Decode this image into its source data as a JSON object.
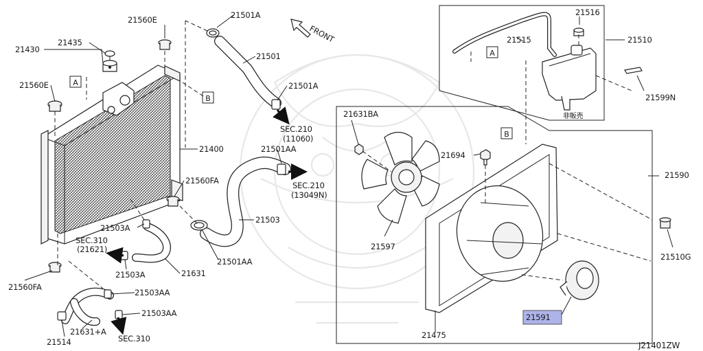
{
  "part_labels": {
    "p21501A_top": "21501A",
    "p21560E_top": "21560E",
    "p21435": "21435",
    "p21430": "21430",
    "p21501": "21501",
    "p21501A_mid": "21501A",
    "p21560E_left": "21560E",
    "p21400": "21400",
    "p21501AA_top": "21501AA",
    "p21560FA_mid": "21560FA",
    "p21503A_top": "21503A",
    "p21503": "21503",
    "p21501AA_bot": "21501AA",
    "p21503A_bot": "21503A",
    "p21631": "21631",
    "p21560FA_bot": "21560FA",
    "p21503AA_top": "21503AA",
    "p21503AA_bot": "21503AA",
    "p21631A": "21631+A",
    "p21514": "21514",
    "p21516": "21516",
    "p21515": "21515",
    "p21510": "21510",
    "p21599N": "21599N",
    "p21631BA": "21631BA",
    "p21694": "21694",
    "p21590": "21590",
    "p21510G": "21510G",
    "p21597": "21597",
    "p21591": "21591",
    "p21475": "21475"
  },
  "section_refs": {
    "sec210_a": "SEC.210",
    "sec210_a_sub": "(11060)",
    "sec210_b": "SEC.210",
    "sec210_b_sub": "(13049N)",
    "sec310_a": "SEC.310",
    "sec310_a_sub": "(21621)",
    "sec310_b": "SEC.310"
  },
  "ref_markers": {
    "a_left": "A",
    "b_left": "B",
    "a_tank": "A",
    "b_shroud": "B"
  },
  "front_label": "FRONT",
  "not_for_sale_label": "非販売",
  "diagram_code": "J21401ZW",
  "colors": {
    "highlight": "#aeb3ea",
    "line": "#222222",
    "watermark": "#e7e7e7"
  },
  "highlighted_part": "21591"
}
